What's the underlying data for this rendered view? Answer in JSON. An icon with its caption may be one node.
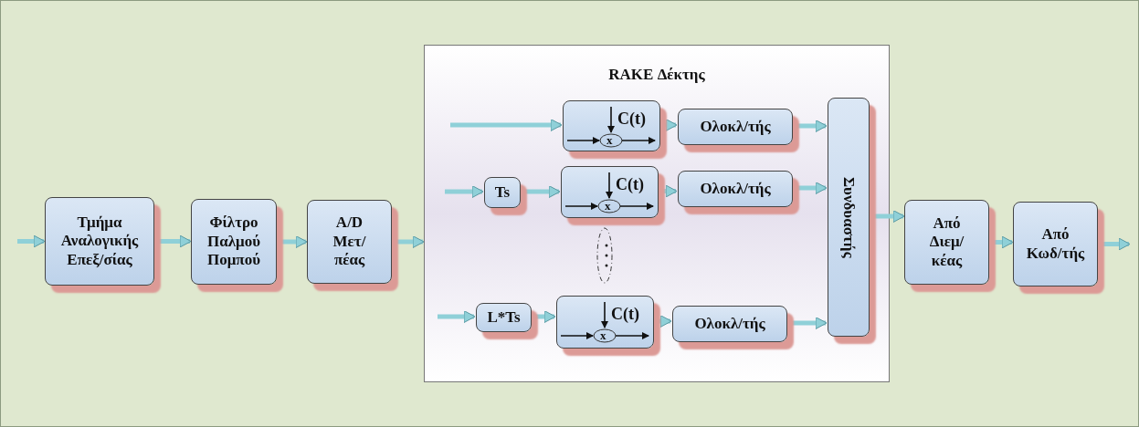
{
  "diagram": {
    "nodes": [
      {
        "text": [
          "Τμήμα Αναλογικής Επεξ/σίας"
        ]
      },
      {
        "text": [
          "Φίλτρο Παλμού Πομπού"
        ]
      },
      {
        "text": [
          "A/D Μετ/ πέας"
        ]
      },
      {
        "text": [
          "RAKE Δέκτης"
        ]
      },
      {
        "text": [
          "C(t)",
          "x"
        ],
        "in": 3
      },
      {
        "text": [
          "Ολοκλ/τής"
        ],
        "in": 3
      },
      {
        "text": [
          "Ts"
        ],
        "in": 3
      },
      {
        "text": [
          "C(t)",
          "x"
        ],
        "in": 3
      },
      {
        "text": [
          "Ολοκλ/τής"
        ],
        "in": 3
      },
      {
        "text": [
          "L*Ts"
        ],
        "in": 3
      },
      {
        "text": [
          "C(t)",
          "x"
        ],
        "in": 3
      },
      {
        "text": [
          "Ολοκλ/τής"
        ],
        "in": 3
      },
      {
        "text": [
          "Συνδυαστής"
        ],
        "in": 3
      },
      {
        "text": [
          "Από Διεμ/ κέας"
        ]
      },
      {
        "text": [
          "Από Κωδ/τής"
        ]
      }
    ],
    "edges": [
      {
        "from": null,
        "to": 0,
        "arrow": "to"
      },
      {
        "from": 0,
        "to": 1,
        "arrow": "to"
      },
      {
        "from": 1,
        "to": 2,
        "arrow": "to"
      },
      {
        "from": 2,
        "to": 3,
        "arrow": "to"
      },
      {
        "from": null,
        "to": 4,
        "arrow": "to"
      },
      {
        "from": 4,
        "to": 5,
        "arrow": "to"
      },
      {
        "from": null,
        "to": 6,
        "arrow": "to"
      },
      {
        "from": 6,
        "to": 7,
        "arrow": "to"
      },
      {
        "from": 7,
        "to": 8,
        "arrow": "to"
      },
      {
        "from": null,
        "to": 9,
        "arrow": "to"
      },
      {
        "from": 9,
        "to": 10,
        "arrow": "to"
      },
      {
        "from": 10,
        "to": 11,
        "arrow": "to"
      },
      {
        "from": 5,
        "to": 12,
        "arrow": "to"
      },
      {
        "from": 8,
        "to": 12,
        "arrow": "to"
      },
      {
        "from": 11,
        "to": 12,
        "arrow": "to"
      },
      {
        "from": 12,
        "to": 13,
        "arrow": "to"
      },
      {
        "from": 13,
        "to": 14,
        "arrow": "to"
      },
      {
        "from": 14,
        "to": null,
        "arrow": "to"
      }
    ]
  }
}
